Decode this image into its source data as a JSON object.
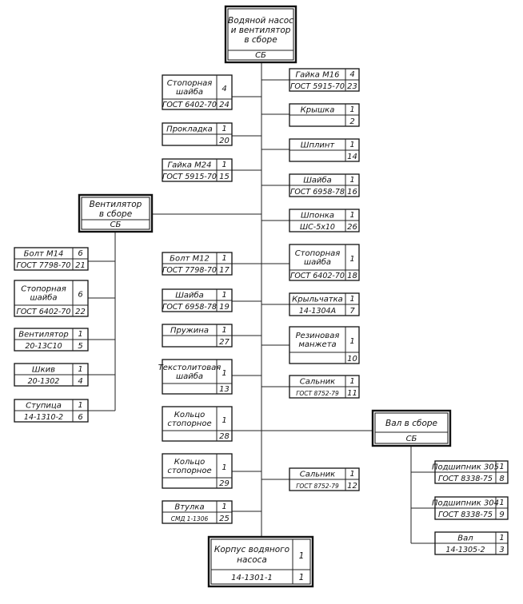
{
  "assembly": {
    "title_lines": [
      "Водяной насос",
      "и вентилятор",
      "в сборе"
    ],
    "code": "СБ"
  },
  "fan_assembly": {
    "title_lines": [
      "Вентилятор",
      "в сборе"
    ],
    "code": "СБ"
  },
  "shaft_assembly": {
    "title_lines": [
      "Вал в сборе"
    ],
    "code": "СБ"
  },
  "housing": {
    "name_lines": [
      "Корпус водяного",
      "насоса"
    ],
    "code": "14-1301-1",
    "qty": "1",
    "pos": "1"
  },
  "parts": {
    "stop_washer_l": {
      "name_lines": [
        "Стопорная",
        "шайба"
      ],
      "code": "ГОСТ 6402-70",
      "qty": "4",
      "pos": "24"
    },
    "gasket": {
      "name_lines": [
        "Прокладка"
      ],
      "code": "",
      "qty": "1",
      "pos": "20"
    },
    "nut_m24": {
      "name_lines": [
        "Гайка М24"
      ],
      "code": "ГОСТ 5915-70",
      "qty": "1",
      "pos": "15"
    },
    "bolt_m12": {
      "name_lines": [
        "Болт М12"
      ],
      "code": "ГОСТ 7798-70",
      "qty": "1",
      "pos": "17"
    },
    "washer_l": {
      "name_lines": [
        "Шайба"
      ],
      "code": "ГОСТ 6958-78",
      "qty": "1",
      "pos": "19"
    },
    "spring": {
      "name_lines": [
        "Пружина"
      ],
      "code": "",
      "qty": "1",
      "pos": "27"
    },
    "textolite_washer": {
      "name_lines": [
        "Текстолитовая",
        "шайба"
      ],
      "code": "",
      "qty": "1",
      "pos": "13"
    },
    "ring_1": {
      "name_lines": [
        "Кольцо",
        "стопорное"
      ],
      "code": "",
      "qty": "1",
      "pos": "28"
    },
    "ring_2": {
      "name_lines": [
        "Кольцо",
        "стопорное"
      ],
      "code": "",
      "qty": "1",
      "pos": "29"
    },
    "bushing": {
      "name_lines": [
        "Втулка"
      ],
      "code": "СМД 1-1306",
      "qty": "1",
      "pos": "25"
    },
    "nut_m16": {
      "name_lines": [
        "Гайка М16"
      ],
      "code": "ГОСТ 5915-70",
      "qty": "4",
      "pos": "23"
    },
    "cover": {
      "name_lines": [
        "Крышка"
      ],
      "code": "",
      "qty": "1",
      "pos": "2"
    },
    "cotter": {
      "name_lines": [
        "Шплинт"
      ],
      "code": "",
      "qty": "1",
      "pos": "14"
    },
    "washer_r": {
      "name_lines": [
        "Шайба"
      ],
      "code": "ГОСТ 6958-78",
      "qty": "1",
      "pos": "16"
    },
    "key": {
      "name_lines": [
        "Шпонка"
      ],
      "code": "ШС-5х10",
      "qty": "1",
      "pos": "26"
    },
    "stop_washer_r": {
      "name_lines": [
        "Стопорная",
        "шайба"
      ],
      "code": "ГОСТ 6402-70",
      "qty": "1",
      "pos": "18"
    },
    "impeller": {
      "name_lines": [
        "Крыльчатка"
      ],
      "code": "14-1304А",
      "qty": "1",
      "pos": "7"
    },
    "rubber_cuff": {
      "name_lines": [
        "Резиновая",
        "манжета"
      ],
      "code": "",
      "qty": "1",
      "pos": "10"
    },
    "gland_1": {
      "name_lines": [
        "Сальник"
      ],
      "code": "ГОСТ 8752-79",
      "qty": "1",
      "pos": "11"
    },
    "gland_2": {
      "name_lines": [
        "Сальник"
      ],
      "code": "ГОСТ 8752-79",
      "qty": "1",
      "pos": "12"
    },
    "bolt_m14": {
      "name_lines": [
        "Болт М14"
      ],
      "code": "ГОСТ 7798-70",
      "qty": "6",
      "pos": "21"
    },
    "fan_stop_washer": {
      "name_lines": [
        "Стопорная",
        "шайба"
      ],
      "code": "ГОСТ 6402-70",
      "qty": "6",
      "pos": "22"
    },
    "fan": {
      "name_lines": [
        "Вентилятор"
      ],
      "code": "20-13С10",
      "qty": "1",
      "pos": "5"
    },
    "pulley": {
      "name_lines": [
        "Шкив"
      ],
      "code": "20-1302",
      "qty": "1",
      "pos": "4"
    },
    "hub": {
      "name_lines": [
        "Ступица"
      ],
      "code": "14-1310-2",
      "qty": "1",
      "pos": "6"
    },
    "bearing_305": {
      "name_lines": [
        "Подшипник 305"
      ],
      "code": "ГОСТ 8338-75",
      "qty": "1",
      "pos": "8"
    },
    "bearing_304": {
      "name_lines": [
        "Подшипник 304"
      ],
      "code": "ГОСТ 8338-75",
      "qty": "1",
      "pos": "9"
    },
    "shaft": {
      "name_lines": [
        "Вал"
      ],
      "code": "14-1305-2",
      "qty": "1",
      "pos": "3"
    }
  }
}
